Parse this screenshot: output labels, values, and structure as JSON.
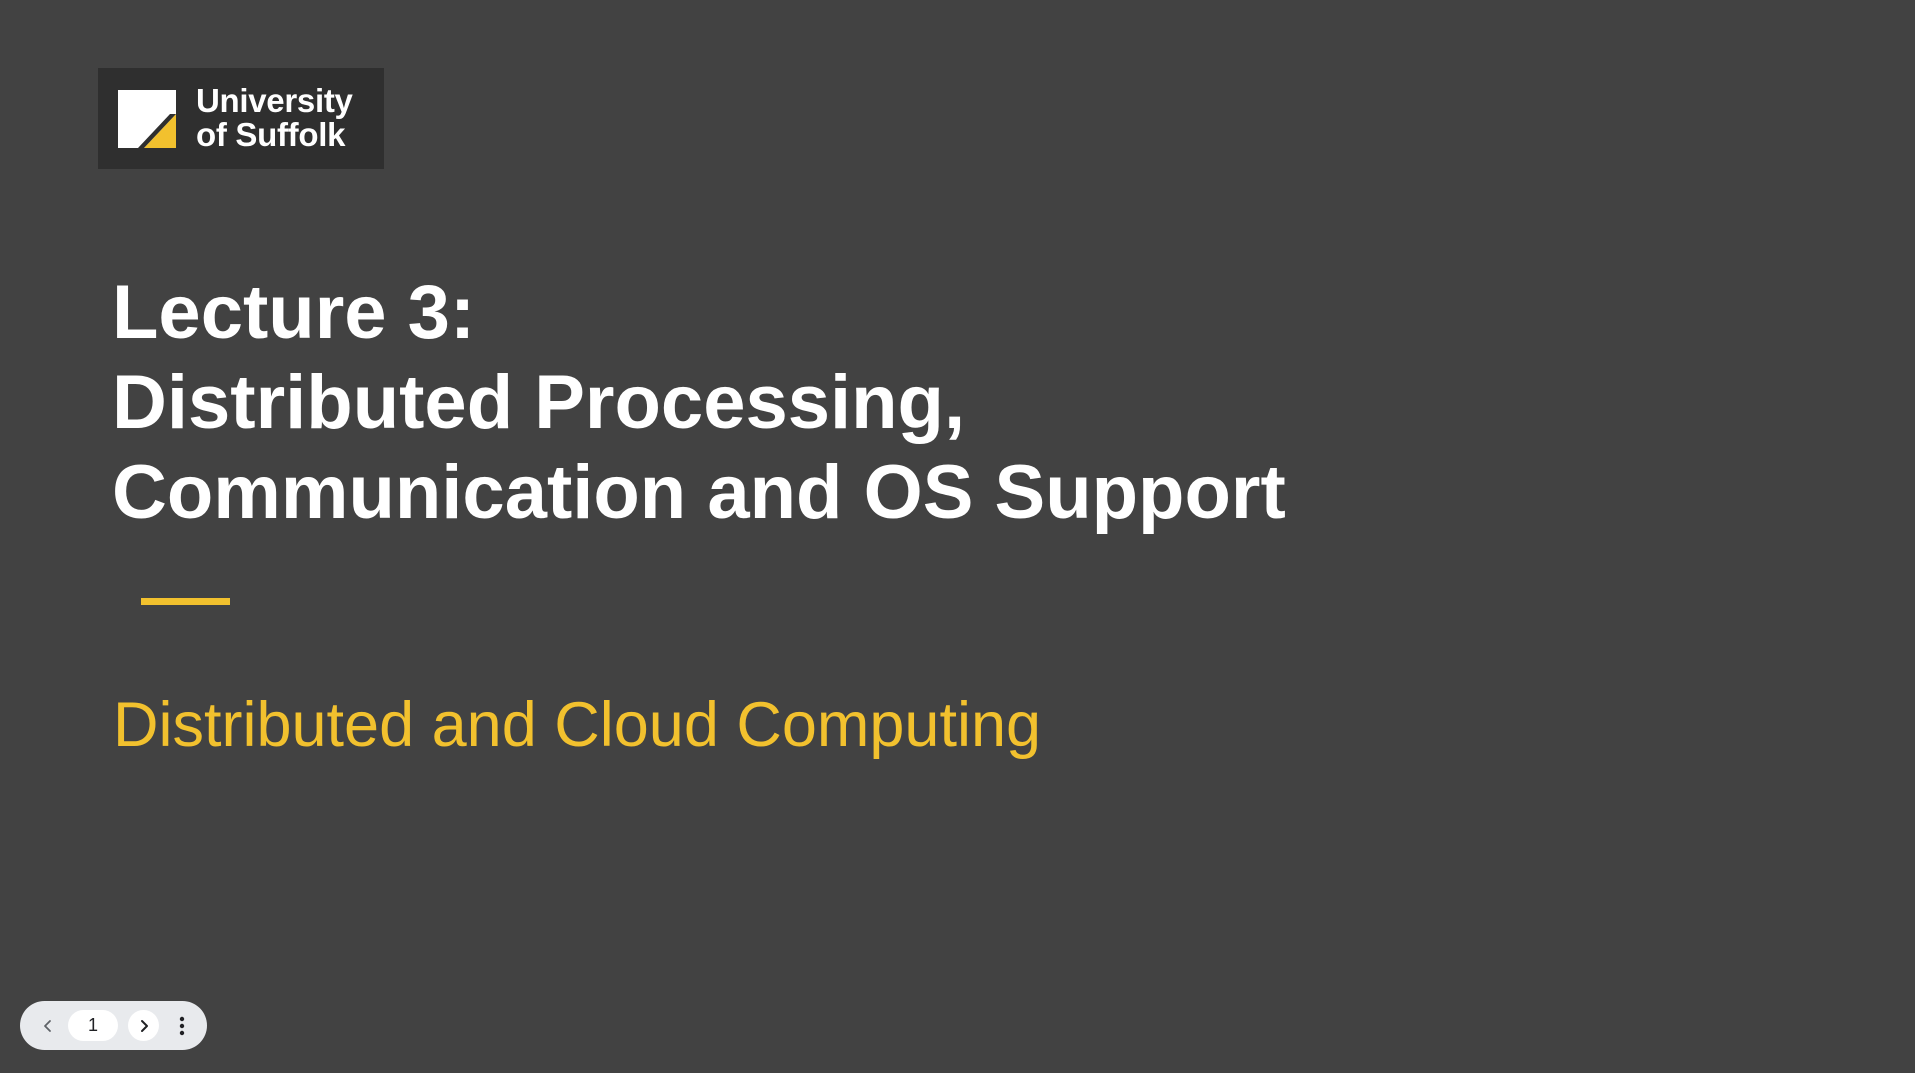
{
  "logo": {
    "line1": "University",
    "line2": "of Suffolk",
    "accent_color": "#f2c12e"
  },
  "slide": {
    "title_lines": [
      "Lecture 3:",
      "Distributed Processing,",
      "Communication and OS Support"
    ],
    "subtitle": "Distributed and Cloud Computing",
    "background_color": "#424242",
    "accent_color": "#f2c12e"
  },
  "navigation": {
    "current_page": "1",
    "prev_icon": "chevron-left-icon",
    "next_icon": "chevron-right-icon",
    "more_icon": "more-vertical-icon"
  }
}
